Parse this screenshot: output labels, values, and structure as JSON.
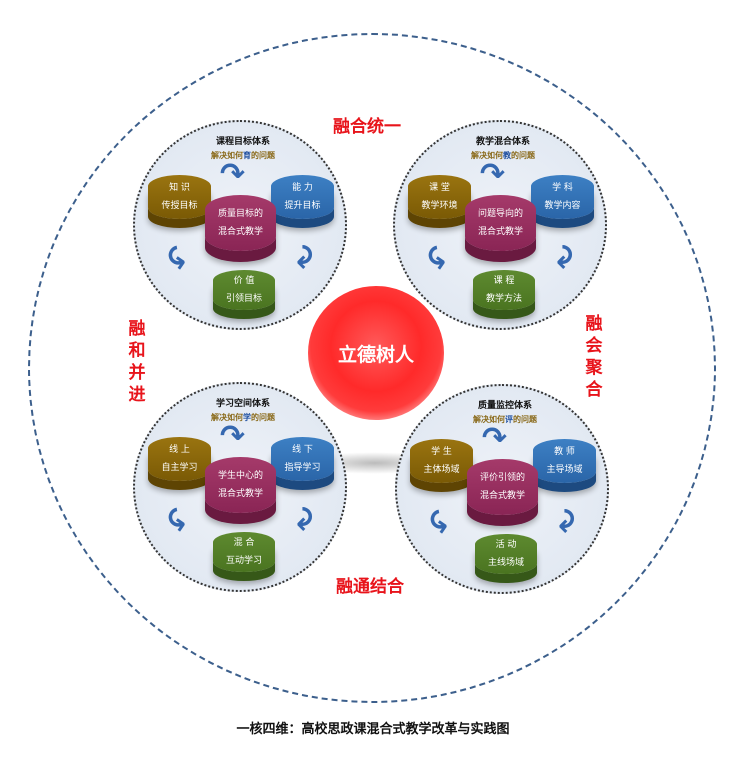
{
  "core": "立德树人",
  "labels": {
    "top": "融合统一",
    "left": "融和并进",
    "right": "融会聚合",
    "bottom": "融通结合"
  },
  "quadrants": [
    {
      "title": "课程目标体系",
      "sub_pre": "解决如何",
      "sub_key": "育",
      "sub_post": "的问题",
      "left": [
        "知 识",
        "传授目标"
      ],
      "right": [
        "能 力",
        "提升目标"
      ],
      "center": [
        "质量目标的",
        "混合式教学"
      ],
      "bottom": [
        "价 值",
        "引领目标"
      ]
    },
    {
      "title": "教学混合体系",
      "sub_pre": "解决如何",
      "sub_key": "教",
      "sub_post": "的问题",
      "left": [
        "课 堂",
        "教学环境"
      ],
      "right": [
        "学 科",
        "教学内容"
      ],
      "center": [
        "问题导向的",
        "混合式教学"
      ],
      "bottom": [
        "课 程",
        "教学方法"
      ]
    },
    {
      "title": "学习空间体系",
      "sub_pre": "解决如何",
      "sub_key": "学",
      "sub_post": "的问题",
      "left": [
        "线 上",
        "自主学习"
      ],
      "right": [
        "线 下",
        "指导学习"
      ],
      "center": [
        "学生中心的",
        "混合式教学"
      ],
      "bottom": [
        "混 合",
        "互动学习"
      ]
    },
    {
      "title": "质量监控体系",
      "sub_pre": "解决如何",
      "sub_key": "评",
      "sub_post": "的问题",
      "left": [
        "学 生",
        "主体场域"
      ],
      "right": [
        "教 师",
        "主导场域"
      ],
      "center": [
        "评价引领的",
        "混合式教学"
      ],
      "bottom": [
        "活 动",
        "主线场域"
      ]
    }
  ],
  "caption": "一核四维：高校思政课混合式教学改革与实践图"
}
